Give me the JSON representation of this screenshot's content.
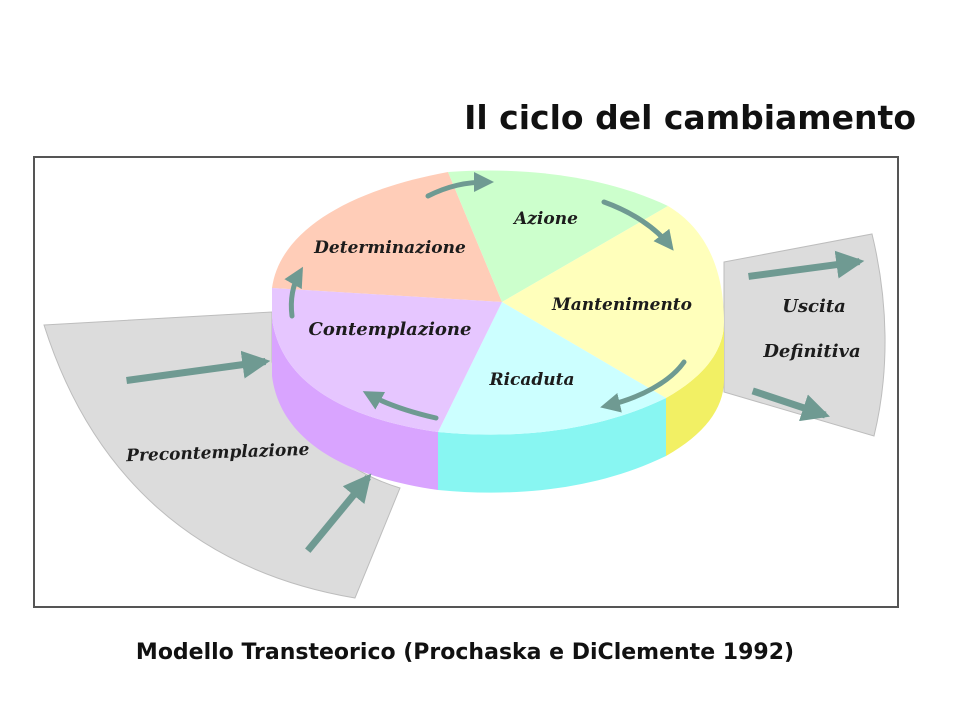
{
  "title": "Il ciclo del cambiamento",
  "caption": "Modello Transteorico (Prochaska e DiClemente 1992)",
  "stages": {
    "azione": "Azione",
    "mantenimento": "Mantenimento",
    "ricaduta": "Ricaduta",
    "contemplazione": "Contemplazione",
    "determinazione": "Determinazione"
  },
  "entry": "Precontemplazione",
  "exit": [
    "Uscita",
    "Definitiva"
  ],
  "colors": {
    "azione": "#ccffcc",
    "mantenimento": "#ffffbb",
    "ricaduta": "#ccffff",
    "contemplazione": "#e6c6ff",
    "determinazione": "#ffcdb8",
    "side_purple": "#d9a4ff",
    "side_cyan": "#88f6f2",
    "side_yellow": "#f2f064",
    "band": "#dcdcdc",
    "arrow": "#6f9a92"
  }
}
